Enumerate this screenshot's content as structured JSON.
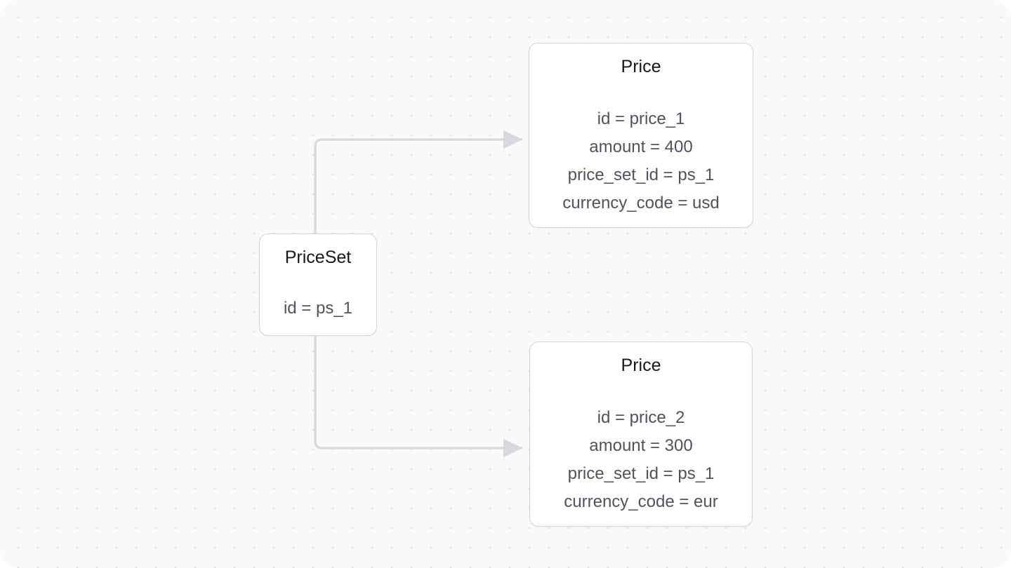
{
  "canvas": {
    "background_color": "#fafafa",
    "dot_color": "#e6e6e9",
    "page_background": "#ffffff"
  },
  "style": {
    "node_border_color": "#d4d4d8",
    "node_background": "#ffffff",
    "title_color": "#18181b",
    "attribute_color": "#52525b",
    "edge_color": "#d8d8dd"
  },
  "nodes": [
    {
      "id": "price-1",
      "title": "Price",
      "attributes": [
        "id = price_1",
        "amount = 400",
        "price_set_id = ps_1",
        "currency_code = usd"
      ]
    },
    {
      "id": "priceset",
      "title": "PriceSet",
      "attributes": [
        "id = ps_1"
      ]
    },
    {
      "id": "price-2",
      "title": "Price",
      "attributes": [
        "id = price_2",
        "amount = 300",
        "price_set_id = ps_1",
        "currency_code = eur"
      ]
    }
  ],
  "edges": [
    {
      "id": "edge-priceset-to-price-1",
      "from": "priceset",
      "to": "price-1",
      "arrow": "triangle"
    },
    {
      "id": "edge-priceset-to-price-2",
      "from": "priceset",
      "to": "price-2",
      "arrow": "triangle"
    }
  ]
}
